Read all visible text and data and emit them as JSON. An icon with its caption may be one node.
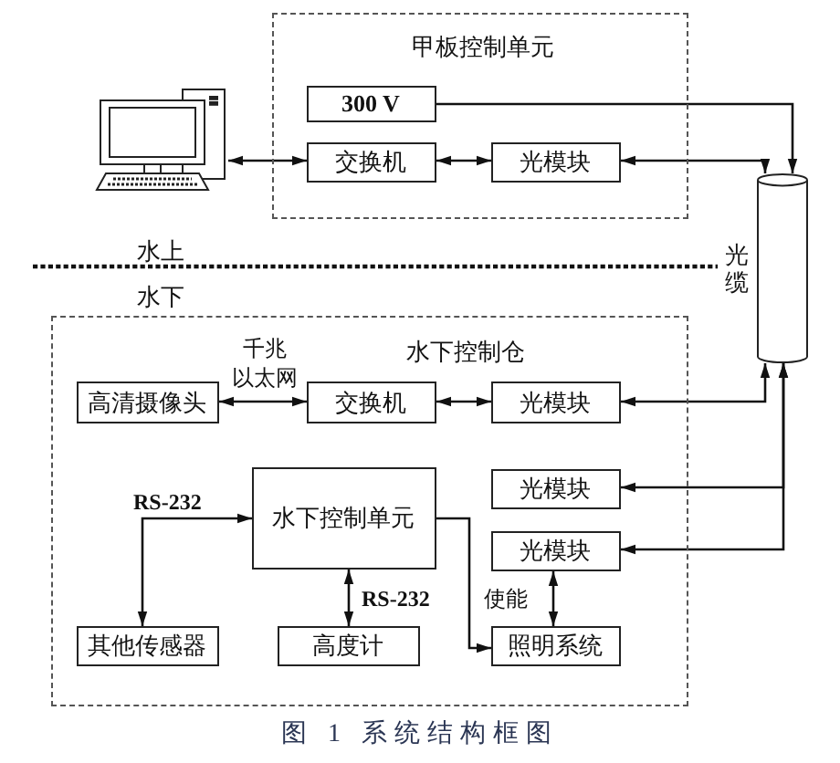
{
  "diagram": {
    "caption": "图 1 系统结构框图",
    "nodes": [
      {
        "text": [
          "甲板控制单元"
        ]
      },
      {
        "text": [
          "300 V"
        ],
        "in": 0
      },
      {
        "text": [
          "交换机"
        ],
        "in": 0
      },
      {
        "text": [
          "光模块"
        ],
        "in": 0
      },
      {
        "text": [],
        "shape": "picture"
      },
      {
        "text": [],
        "shape": "cylinder",
        "beside": [
          "光缆"
        ]
      },
      {
        "text": [
          "水下控制仓"
        ]
      },
      {
        "text": [
          "高清摄像头"
        ],
        "in": 6
      },
      {
        "text": [
          "交换机"
        ],
        "in": 6
      },
      {
        "text": [
          "光模块"
        ],
        "in": 6
      },
      {
        "text": [
          "水下控制单元"
        ],
        "in": 6
      },
      {
        "text": [
          "光模块"
        ],
        "in": 6
      },
      {
        "text": [
          "光模块"
        ],
        "in": 6
      },
      {
        "text": [
          "其他传感器"
        ],
        "in": 6
      },
      {
        "text": [
          "高度计"
        ],
        "in": 6
      },
      {
        "text": [
          "照明系统"
        ],
        "in": 6
      }
    ],
    "edges": [
      {
        "from": 4,
        "to": 2,
        "arrow": "both"
      },
      {
        "from": 2,
        "to": 3,
        "arrow": "both"
      },
      {
        "from": 1,
        "to": 5,
        "arrow": "to"
      },
      {
        "from": 3,
        "to": 5,
        "arrow": "both"
      },
      {
        "from": 7,
        "to": 8,
        "arrow": "both",
        "label": "千兆以太网"
      },
      {
        "from": 8,
        "to": 9,
        "arrow": "both"
      },
      {
        "from": 9,
        "to": 5,
        "arrow": "both"
      },
      {
        "from": 5,
        "to": 11,
        "arrow": "both"
      },
      {
        "from": 5,
        "to": 12,
        "arrow": "both"
      },
      {
        "from": 10,
        "to": 13,
        "arrow": "both",
        "label": "RS-232"
      },
      {
        "from": 10,
        "to": 14,
        "arrow": "both",
        "label": "RS-232"
      },
      {
        "from": 10,
        "to": 15,
        "arrow": "to",
        "label": "使能"
      },
      {
        "from": 12,
        "to": 15,
        "arrow": "both"
      }
    ],
    "labels": [
      "水上",
      "水下"
    ]
  }
}
